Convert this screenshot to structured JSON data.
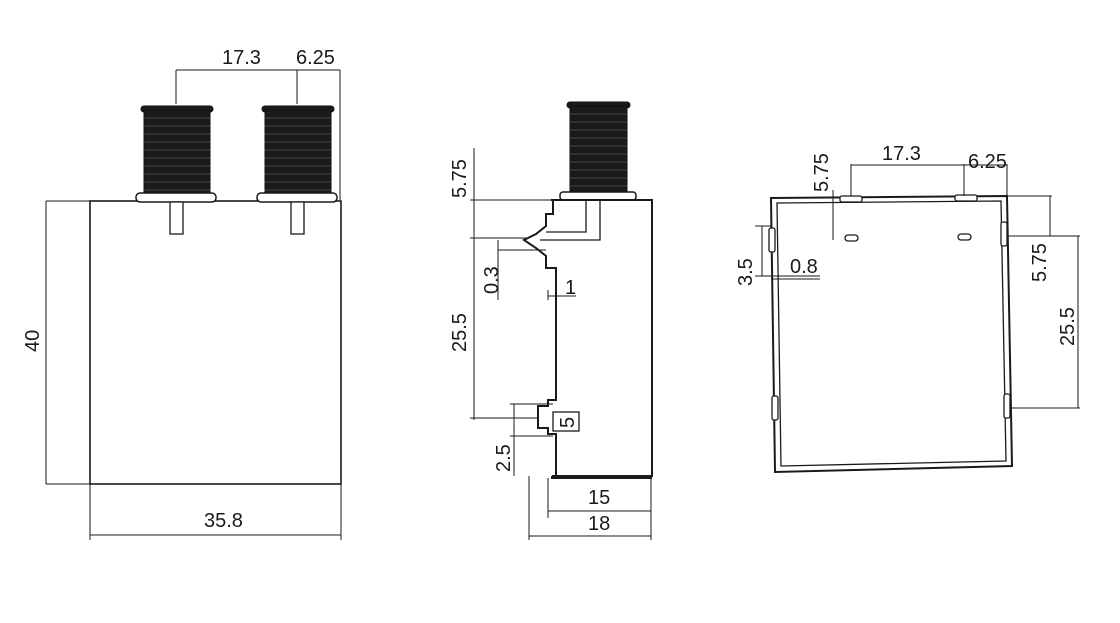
{
  "front_view": {
    "dims": {
      "connector_spacing": "17.3",
      "connector_offset": "6.25",
      "height": "40",
      "width": "35.8"
    }
  },
  "side_view": {
    "dims": {
      "top_offset": "5.75",
      "notch": "0.3",
      "lip": "1",
      "body_height": "25.5",
      "tab": "5",
      "bottom_offset": "2.5",
      "inner_depth": "15",
      "depth": "18"
    }
  },
  "bottom_view": {
    "dims": {
      "hole_spacing": "17.3",
      "hole_offset": "6.25",
      "top_offset": "5.75",
      "tab_height": "3.5",
      "tab_depth": "0.8",
      "right_offset": "5.75",
      "right_height": "25.5"
    }
  }
}
